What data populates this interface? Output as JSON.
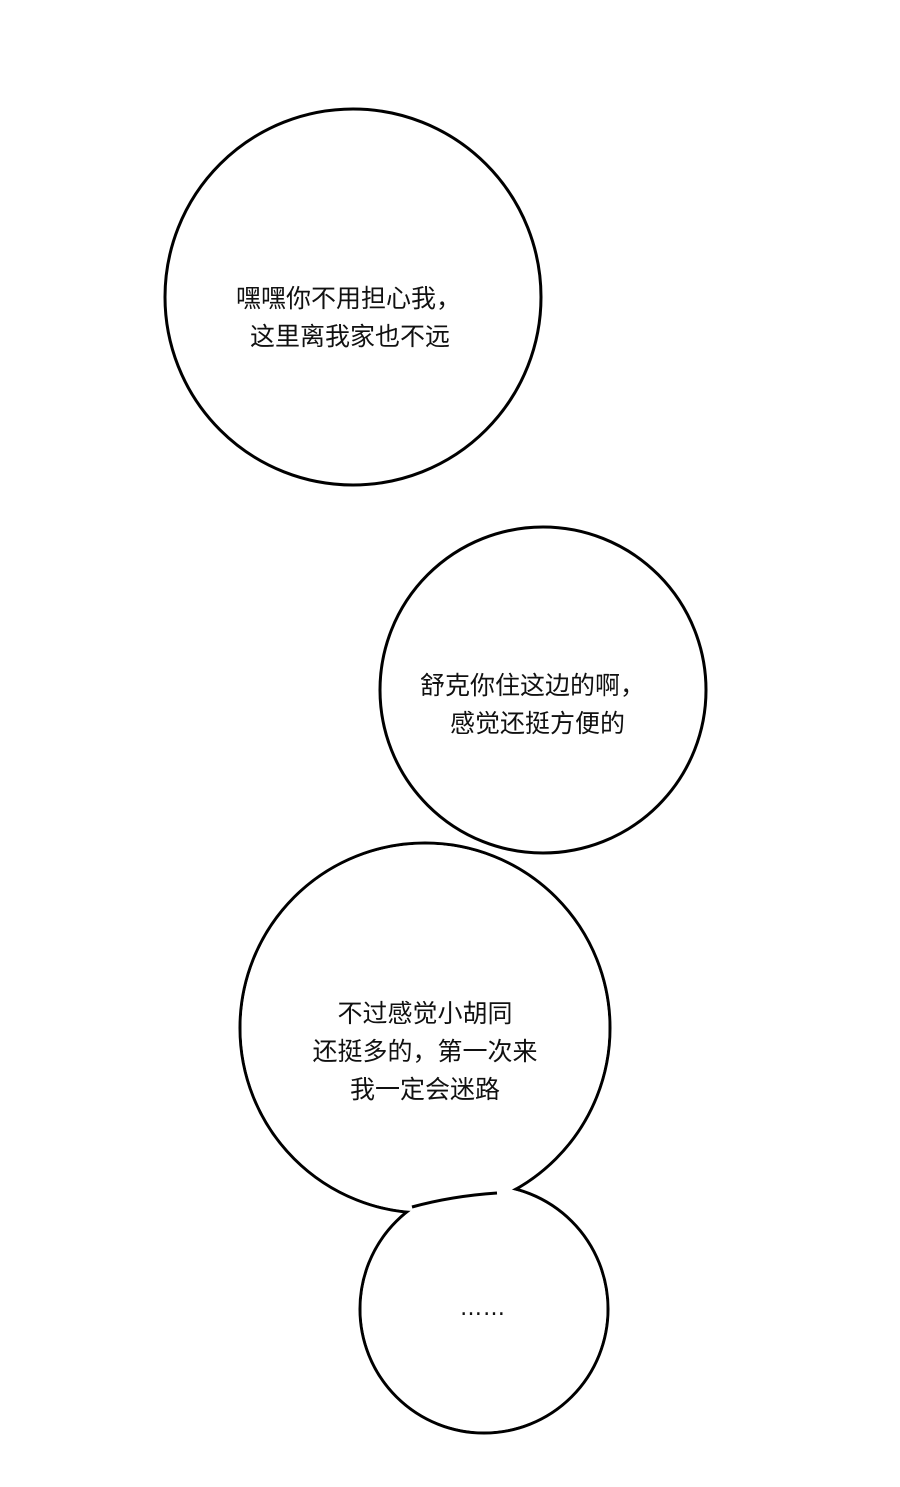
{
  "bubbles": [
    {
      "lines": [
        "嘿嘿你不用担心我，",
        "这里离我家也不远"
      ]
    },
    {
      "lines": [
        "舒克你住这边的啊，",
        "感觉还挺方便的"
      ]
    },
    {
      "lines": [
        "不过感觉小胡同",
        "还挺多的，第一次来",
        "我一定会迷路"
      ]
    },
    {
      "lines": [
        "……"
      ]
    }
  ],
  "colors": {
    "background": "#ffffff",
    "bubble_fill": "#ffffff",
    "bubble_stroke": "#000000",
    "text": "#111111"
  }
}
